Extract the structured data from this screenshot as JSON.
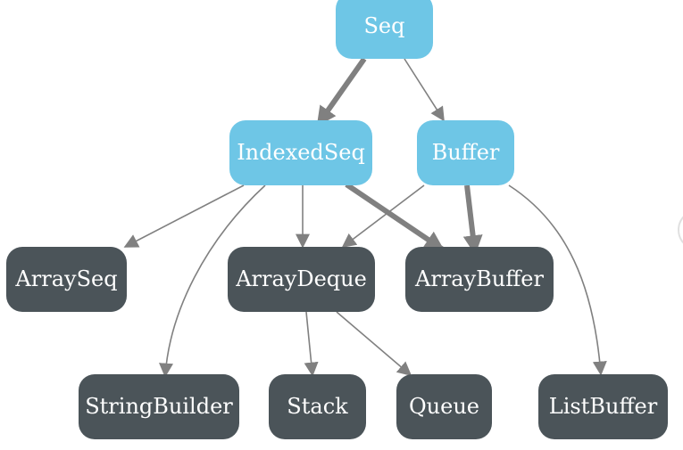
{
  "colors": {
    "trait_fill": "#6ec6e6",
    "class_fill": "#4b5459",
    "edge": "#808080",
    "label": "#ffffff"
  },
  "nodes": [
    {
      "id": "seq",
      "label": "Seq",
      "kind": "trait"
    },
    {
      "id": "indexedseq",
      "label": "IndexedSeq",
      "kind": "trait"
    },
    {
      "id": "buffer",
      "label": "Buffer",
      "kind": "trait"
    },
    {
      "id": "arrayseq",
      "label": "ArraySeq",
      "kind": "class"
    },
    {
      "id": "arraydeque",
      "label": "ArrayDeque",
      "kind": "class"
    },
    {
      "id": "arraybuffer",
      "label": "ArrayBuffer",
      "kind": "class"
    },
    {
      "id": "stringbuilder",
      "label": "StringBuilder",
      "kind": "class"
    },
    {
      "id": "stack",
      "label": "Stack",
      "kind": "class"
    },
    {
      "id": "queue",
      "label": "Queue",
      "kind": "class"
    },
    {
      "id": "listbuffer",
      "label": "ListBuffer",
      "kind": "class"
    }
  ],
  "edges": [
    {
      "from": "seq",
      "to": "indexedseq",
      "weight": "thick"
    },
    {
      "from": "seq",
      "to": "buffer",
      "weight": "thin"
    },
    {
      "from": "indexedseq",
      "to": "arrayseq",
      "weight": "thin"
    },
    {
      "from": "indexedseq",
      "to": "stringbuilder",
      "weight": "thin"
    },
    {
      "from": "indexedseq",
      "to": "arraydeque",
      "weight": "thin"
    },
    {
      "from": "indexedseq",
      "to": "arraybuffer",
      "weight": "thick"
    },
    {
      "from": "buffer",
      "to": "arraydeque",
      "weight": "thin"
    },
    {
      "from": "buffer",
      "to": "arraybuffer",
      "weight": "thick"
    },
    {
      "from": "buffer",
      "to": "listbuffer",
      "weight": "thin"
    },
    {
      "from": "arraydeque",
      "to": "stack",
      "weight": "thin"
    },
    {
      "from": "arraydeque",
      "to": "queue",
      "weight": "thin"
    }
  ]
}
